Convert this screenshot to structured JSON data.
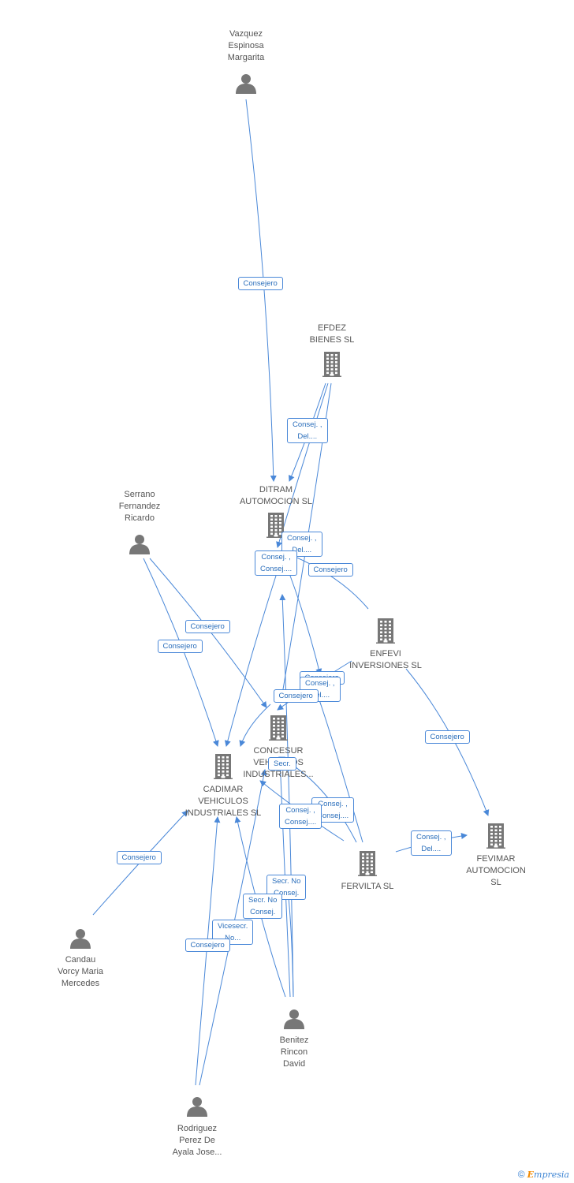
{
  "colors": {
    "edge": "#4a88d8",
    "icon": "#777777",
    "label_text": "#555555",
    "edge_label_text": "#2a6ebb"
  },
  "nodes": {
    "vazquez": {
      "label": "Vazquez\nEspinosa\nMargarita",
      "kind": "person"
    },
    "efdez": {
      "label": "EFDEZ\nBIENES  SL",
      "kind": "company"
    },
    "ditram": {
      "label": "DITRAM\nAUTOMOCION SL",
      "kind": "company"
    },
    "serrano": {
      "label": "Serrano\nFernandez\nRicardo",
      "kind": "person"
    },
    "enfevi": {
      "label": "ENFEVI\nINVERSIONES SL",
      "kind": "company"
    },
    "concesur": {
      "label": "CONCESUR\nVEHICULOS\nINDUSTRIALES...",
      "kind": "company"
    },
    "cadimar": {
      "label": "CADIMAR\nVEHICULOS\nINDUSTRIALES SL",
      "kind": "company"
    },
    "fervilta": {
      "label": "FERVILTA SL",
      "kind": "company"
    },
    "fevimar": {
      "label": "FEVIMAR\nAUTOMOCION\nSL",
      "kind": "company"
    },
    "candau": {
      "label": "Candau\nVorcy Maria\nMercedes",
      "kind": "person"
    },
    "benitez": {
      "label": "Benitez\nRincon\nDavid",
      "kind": "person"
    },
    "rodriguez": {
      "label": "Rodriguez\nPerez De\nAyala Jose...",
      "kind": "person"
    }
  },
  "edge_labels": {
    "e1": "Consejero",
    "e2": "Consej. ,\nDel....",
    "e3": "Consej. ,\nDel....",
    "e4": "Consej. ,\nConsej....",
    "e5": "Consejero",
    "e6": "Consejero",
    "e7": "Consejero",
    "e8": "Consejero",
    "e9": "Consej. ,\nDel....",
    "e10": "Consejero",
    "e11": "Secr.",
    "e12": "Consej. ,\nConsej....",
    "e13": "Consej. ,\nConsej....",
    "e14": "Consejero",
    "e15": "Consej. ,\nDel....",
    "e16": "Consejero",
    "e17": "Secr.  No\nConsej.",
    "e18": "Secr.  No\nConsej.",
    "e19": "Vicesecr.\nNo...",
    "e20": "Consejero"
  },
  "footer": {
    "copyright": "©",
    "brand_initial": "E",
    "brand_rest": "mpresia"
  }
}
